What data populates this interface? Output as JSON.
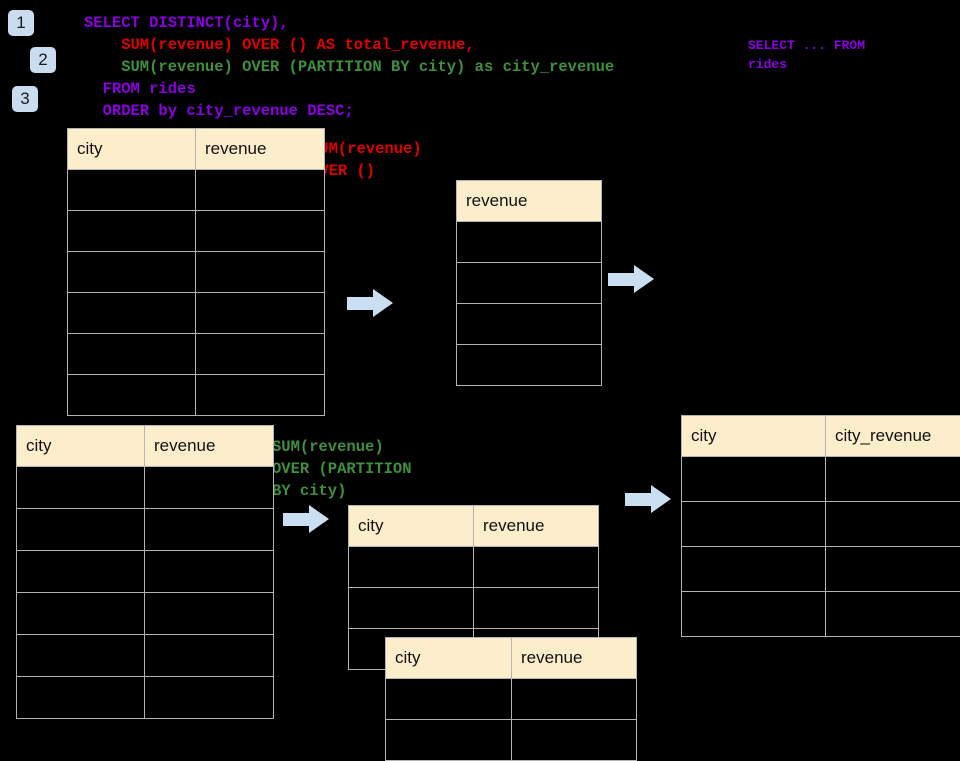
{
  "background": "#000000",
  "colors": {
    "badge_bg": "#c9dcf0",
    "header_bg": "#fdeecb",
    "cell_border": "#b3b3b3",
    "arrow": "#cbdff2",
    "sql_purple": "#8a00e0",
    "sql_red": "#e00000",
    "sql_green": "#3f8f3f"
  },
  "badges": [
    {
      "label": "1"
    },
    {
      "label": "2"
    },
    {
      "label": "3"
    }
  ],
  "sql": {
    "line1": "SELECT DISTINCT(city),",
    "line2": "    SUM(revenue) OVER () AS total_revenue,",
    "line3": "    SUM(revenue) OVER (PARTITION BY city) as city_revenue",
    "line4": "  FROM rides",
    "line5": "  ORDER by city_revenue DESC;"
  },
  "annotations": {
    "top_right": "SELECT ... FROM\nrides",
    "sum_over_empty": "SUM(revenue)\nOVER ()",
    "sum_over_partition": "SUM(revenue)\nOVER (PARTITION\nBY city)"
  },
  "tables": {
    "source_top": {
      "headers": [
        "city",
        "revenue"
      ],
      "body_rows": 6
    },
    "total_revenue": {
      "headers": [
        "revenue"
      ],
      "body_rows": 4
    },
    "source_bottom": {
      "headers": [
        "city",
        "revenue"
      ],
      "body_rows": 6
    },
    "partition_a": {
      "headers": [
        "city",
        "revenue"
      ],
      "body_rows": 3
    },
    "partition_b": {
      "headers": [
        "city",
        "revenue"
      ],
      "body_rows": 2
    },
    "result": {
      "headers": [
        "city",
        "city_revenue"
      ],
      "body_rows": 4
    }
  }
}
